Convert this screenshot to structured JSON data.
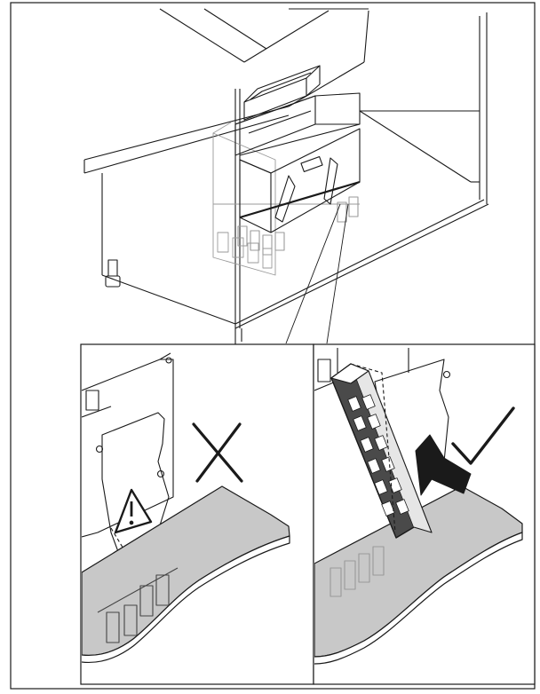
{
  "figure": {
    "description_icons": [
      "warning-triangle-icon",
      "cross-mark-icon",
      "check-mark-icon",
      "push-arrow-icon"
    ],
    "colors": {
      "line": "#1a1a1a",
      "ghost_line": "#9a9a9a",
      "panel_fill": "#c8c8c8",
      "filter_fill": "#4a4a4a",
      "background": "#ffffff"
    },
    "panels": [
      {
        "id": "incorrect",
        "verdict": "incorrect"
      },
      {
        "id": "correct",
        "verdict": "correct"
      }
    ]
  }
}
